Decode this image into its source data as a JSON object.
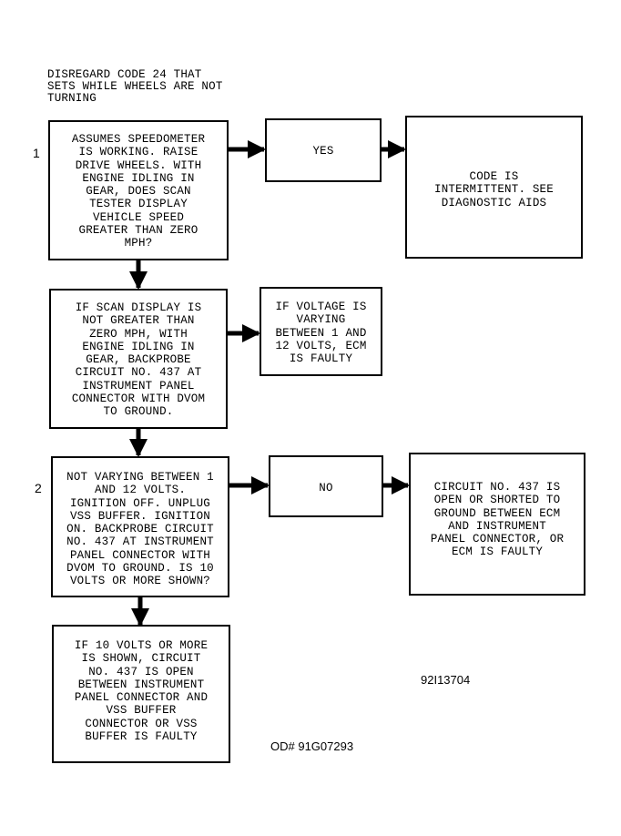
{
  "note": [
    "DISREGARD CODE 24 THAT",
    "SETS WHILE WHEELS ARE NOT",
    "TURNING"
  ],
  "steps": {
    "one": "1",
    "two": "2"
  },
  "boxes": {
    "q1": [
      "ASSUMES SPEEDOMETER",
      "IS WORKING. RAISE",
      "DRIVE WHEELS. WITH",
      "ENGINE IDLING IN",
      "GEAR, DOES SCAN",
      "TESTER DISPLAY",
      "VEHICLE SPEED",
      "GREATER THAN ZERO",
      "MPH?"
    ],
    "yes": [
      "YES"
    ],
    "intermittent": [
      "CODE IS",
      "INTERMITTENT. SEE",
      "DIAGNOSTIC AIDS"
    ],
    "backprobe": [
      "IF SCAN DISPLAY IS",
      "NOT GREATER THAN",
      "ZERO MPH, WITH",
      "ENGINE IDLING IN",
      "GEAR, BACKPROBE",
      "CIRCUIT NO. 437 AT",
      "INSTRUMENT PANEL",
      "CONNECTOR WITH DVOM",
      "TO GROUND."
    ],
    "ecm_faulty": [
      "IF VOLTAGE IS",
      "VARYING",
      "BETWEEN 1 AND",
      "12 VOLTS, ECM",
      "IS FAULTY"
    ],
    "q2": [
      "NOT VARYING BETWEEN 1",
      "AND 12 VOLTS.",
      "IGNITION OFF. UNPLUG",
      "VSS BUFFER. IGNITION",
      "ON. BACKPROBE CIRCUIT",
      "NO. 437 AT INSTRUMENT",
      "PANEL CONNECTOR WITH",
      "DVOM TO GROUND. IS 10",
      "VOLTS OR MORE SHOWN?"
    ],
    "no": [
      "NO"
    ],
    "circuit_open": [
      "CIRCUIT NO. 437 IS",
      "OPEN OR SHORTED TO",
      "GROUND BETWEEN ECM",
      "AND INSTRUMENT",
      "PANEL CONNECTOR, OR",
      "ECM IS FAULTY"
    ],
    "buffer_faulty": [
      "IF 10 VOLTS OR MORE",
      "IS SHOWN, CIRCUIT",
      "NO. 437 IS OPEN",
      "BETWEEN INSTRUMENT",
      "PANEL CONNECTOR AND",
      "VSS BUFFER",
      "CONNECTOR OR VSS",
      "BUFFER IS FAULTY"
    ]
  },
  "figure_code": "92I13704",
  "od_code": "OD# 91G07293"
}
